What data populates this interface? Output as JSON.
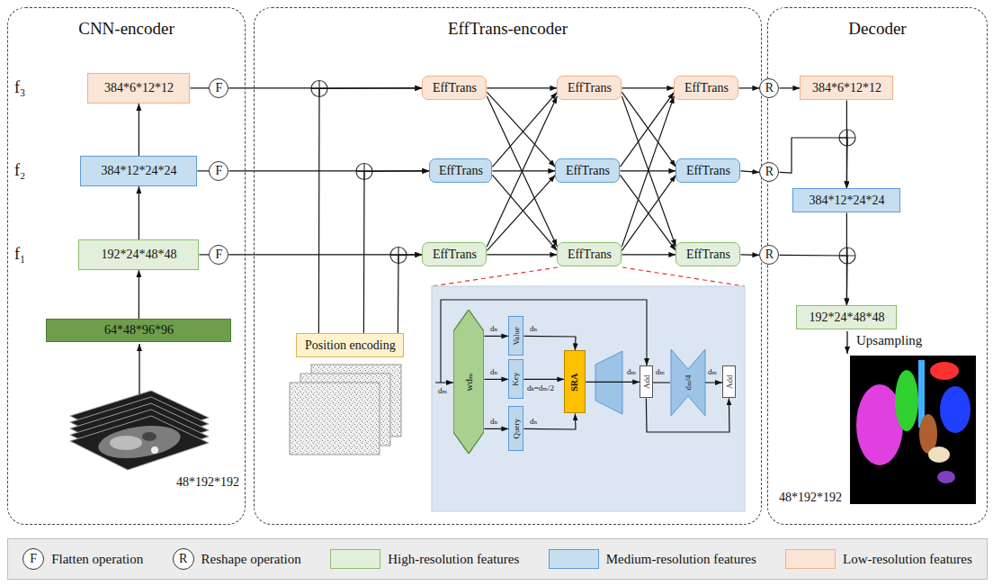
{
  "diagram": {
    "nodes": [
      {
        "text": [
          "CNN-encoder"
        ]
      },
      {
        "text": [
          "384*6*12*12"
        ],
        "in": 0
      },
      {
        "text": [
          "384*12*24*24"
        ],
        "in": 0
      },
      {
        "text": [
          "192*24*48*48"
        ],
        "in": 0
      },
      {
        "text": [
          "64*48*96*96"
        ],
        "in": 0
      },
      {
        "text": [
          "F"
        ],
        "in": 0
      },
      {
        "text": [
          "F"
        ],
        "in": 0
      },
      {
        "text": [
          "F"
        ],
        "in": 0
      },
      {
        "text": [
          "EffTrans-encoder"
        ]
      },
      {
        "text": [
          "EffTrans"
        ],
        "in": 8
      },
      {
        "text": [
          "EffTrans"
        ],
        "in": 8
      },
      {
        "text": [
          "EffTrans"
        ],
        "in": 8
      },
      {
        "text": [
          "EffTrans"
        ],
        "in": 8
      },
      {
        "text": [
          "EffTrans"
        ],
        "in": 8
      },
      {
        "text": [
          "EffTrans"
        ],
        "in": 8
      },
      {
        "text": [
          "EffTrans"
        ],
        "in": 8
      },
      {
        "text": [
          "EffTrans"
        ],
        "in": 8
      },
      {
        "text": [
          "EffTrans"
        ],
        "in": 8
      },
      {
        "text": [
          "Position encoding"
        ],
        "in": 8
      },
      {
        "text": [
          "wdₘ"
        ],
        "in": 8
      },
      {
        "text": [
          "Value"
        ],
        "in": 8
      },
      {
        "text": [
          "Key"
        ],
        "in": 8
      },
      {
        "text": [
          "Query"
        ],
        "in": 8
      },
      {
        "text": [
          "SRA"
        ],
        "in": 8
      },
      {
        "text": [
          "Add"
        ],
        "in": 8
      },
      {
        "text": [
          "Add"
        ],
        "in": 8
      },
      {
        "text": [
          "Decoder"
        ]
      },
      {
        "text": [
          "R"
        ],
        "in": 26
      },
      {
        "text": [
          "384*6*12*12"
        ],
        "in": 26
      },
      {
        "text": [
          "R"
        ],
        "in": 26
      },
      {
        "text": [
          "384*12*24*24"
        ],
        "in": 26
      },
      {
        "text": [
          "R"
        ],
        "in": 26
      },
      {
        "text": [
          "192*24*48*48"
        ],
        "in": 26
      }
    ],
    "edges": [
      {
        "from": 4,
        "to": 3,
        "arrow": "to"
      },
      {
        "from": 3,
        "to": 2,
        "arrow": "to"
      },
      {
        "from": 2,
        "to": 1,
        "arrow": "to"
      },
      {
        "from": 1,
        "to": 5,
        "arrow": "none"
      },
      {
        "from": 2,
        "to": 6,
        "arrow": "none"
      },
      {
        "from": 3,
        "to": 7,
        "arrow": "none"
      },
      {
        "from": 5,
        "to": 9,
        "arrow": "to"
      },
      {
        "from": 6,
        "to": 12,
        "arrow": "to"
      },
      {
        "from": 7,
        "to": 15,
        "arrow": "to"
      },
      {
        "from": 18,
        "to": 9,
        "arrow": "to"
      },
      {
        "from": 18,
        "to": 12,
        "arrow": "to"
      },
      {
        "from": 18,
        "to": 15,
        "arrow": "to"
      },
      {
        "from": 9,
        "to": 10,
        "arrow": "to"
      },
      {
        "from": 10,
        "to": 11,
        "arrow": "to"
      },
      {
        "from": 12,
        "to": 13,
        "arrow": "to"
      },
      {
        "from": 13,
        "to": 14,
        "arrow": "to"
      },
      {
        "from": 15,
        "to": 16,
        "arrow": "to"
      },
      {
        "from": 16,
        "to": 17,
        "arrow": "to"
      },
      {
        "from": 9,
        "to": 13,
        "arrow": "to"
      },
      {
        "from": 9,
        "to": 16,
        "arrow": "to"
      },
      {
        "from": 12,
        "to": 10,
        "arrow": "to"
      },
      {
        "from": 12,
        "to": 16,
        "arrow": "to"
      },
      {
        "from": 15,
        "to": 10,
        "arrow": "to"
      },
      {
        "from": 15,
        "to": 13,
        "arrow": "to"
      },
      {
        "from": 10,
        "to": 14,
        "arrow": "to"
      },
      {
        "from": 10,
        "to": 17,
        "arrow": "to"
      },
      {
        "from": 13,
        "to": 11,
        "arrow": "to"
      },
      {
        "from": 13,
        "to": 17,
        "arrow": "to"
      },
      {
        "from": 16,
        "to": 11,
        "arrow": "to"
      },
      {
        "from": 16,
        "to": 14,
        "arrow": "to"
      },
      {
        "from": 11,
        "to": 27,
        "arrow": "to"
      },
      {
        "from": 14,
        "to": 29,
        "arrow": "to"
      },
      {
        "from": 17,
        "to": 31,
        "arrow": "to"
      },
      {
        "from": 27,
        "to": 28,
        "arrow": "to"
      },
      {
        "from": 28,
        "to": 30,
        "arrow": "to"
      },
      {
        "from": 29,
        "to": 30,
        "arrow": "to"
      },
      {
        "from": 30,
        "to": 32,
        "arrow": "to"
      },
      {
        "from": 31,
        "to": 32,
        "arrow": "to"
      },
      {
        "from": 19,
        "to": 20,
        "arrow": "to"
      },
      {
        "from": 19,
        "to": 21,
        "arrow": "to"
      },
      {
        "from": 19,
        "to": 22,
        "arrow": "to"
      },
      {
        "from": 20,
        "to": 23,
        "arrow": "to"
      },
      {
        "from": 21,
        "to": 23,
        "arrow": "to"
      },
      {
        "from": 22,
        "to": 23,
        "arrow": "to"
      },
      {
        "from": 23,
        "to": 24,
        "arrow": "to"
      },
      {
        "from": 24,
        "to": 25,
        "arrow": "to"
      }
    ],
    "labels": [
      "f₃",
      "f₂",
      "f₁",
      "48*192*192",
      "dₘ",
      "dₙ",
      "dₙ",
      "dₙ",
      "dₖ=dₘ/2",
      "dₙ",
      "dₙ",
      "dₘ",
      "dₘ",
      "dₘ/4",
      "dₘ",
      "Upsampling",
      "48*192*192",
      "F",
      "R"
    ],
    "legend": [
      {
        "text": "Flatten operation"
      },
      {
        "text": "Reshape operation"
      },
      {
        "text": "High-resolution features",
        "color": "#e2efda"
      },
      {
        "text": "Medium-resolution features",
        "color": "#c5dff0"
      },
      {
        "text": "Low-resolution features",
        "color": "#fbe5d6"
      }
    ]
  }
}
